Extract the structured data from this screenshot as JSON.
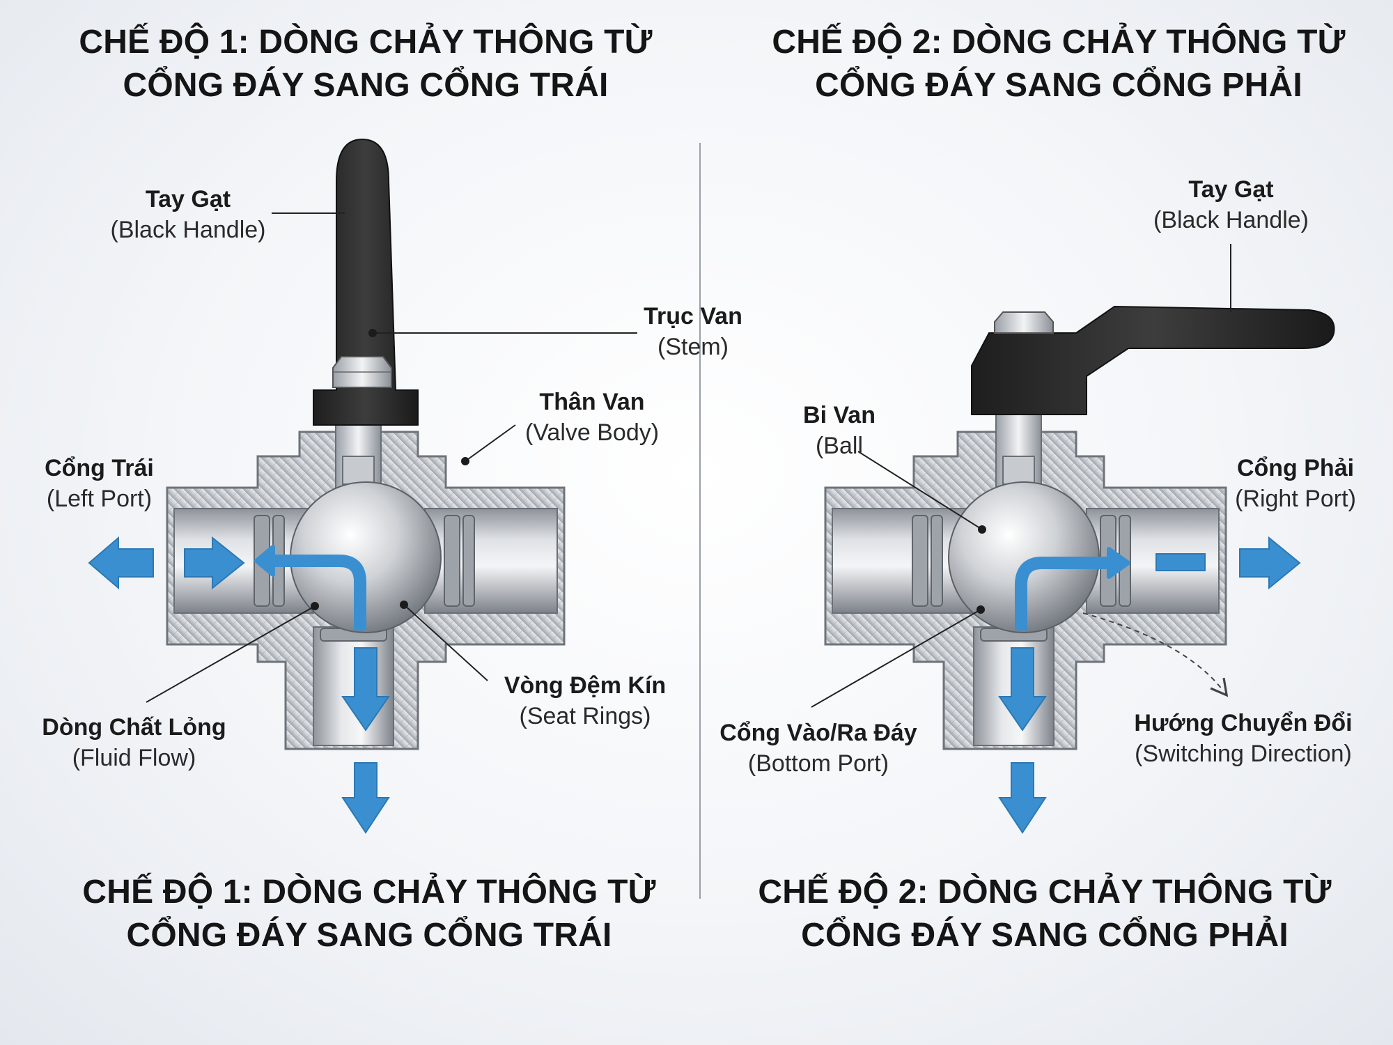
{
  "mode1": {
    "title_top": [
      "CHẾ ĐỘ 1: DÒNG CHẢY THÔNG TỪ",
      "CỔNG ĐÁY SANG CỔNG TRÁI"
    ],
    "title_bottom": [
      "CHẾ ĐỘ 1: DÒNG CHẢY THÔNG TỪ",
      "CỔNG ĐÁY SANG CỔNG TRÁI"
    ],
    "labels": {
      "handle": {
        "vi": "Tay Gạt",
        "en": "(Black Handle)"
      },
      "stem": {
        "vi": "Trục Van",
        "en": "(Stem)"
      },
      "body": {
        "vi": "Thân Van",
        "en": "(Valve Body)"
      },
      "left_port": {
        "vi": "Cổng Trái",
        "en": "(Left Port)"
      },
      "seat_rings": {
        "vi": "Vòng Đệm Kín",
        "en": "(Seat Rings)"
      },
      "fluid_flow": {
        "vi": "Dòng Chất Lỏng",
        "en": "(Fluid Flow)"
      }
    }
  },
  "mode2": {
    "title_top": [
      "CHẾ ĐỘ 2: DÒNG CHẢY THÔNG TỪ",
      "CỔNG ĐÁY SANG CỔNG PHẢI"
    ],
    "title_bottom": [
      "CHẾ ĐỘ 2: DÒNG CHẢY THÔNG TỪ",
      "CỔNG ĐÁY SANG CỔNG PHẢI"
    ],
    "labels": {
      "handle": {
        "vi": "Tay Gạt",
        "en": "(Black Handle)"
      },
      "ball": {
        "vi": "Bi Van",
        "en": "(Ball"
      },
      "right_port": {
        "vi": "Cổng Phải",
        "en": "(Right Port)"
      },
      "bottom_port": {
        "vi": "Cổng Vào/Ra Đáy",
        "en": "(Bottom Port)"
      },
      "switching": {
        "vi": "Hướng Chuyển Đổi",
        "en": "(Switching Direction)"
      }
    }
  },
  "colors": {
    "flow_arrow": "#3a8fd0",
    "handle": "#2b2b2b",
    "steel": "#b8bcc2",
    "text": "#1b1b1b"
  }
}
